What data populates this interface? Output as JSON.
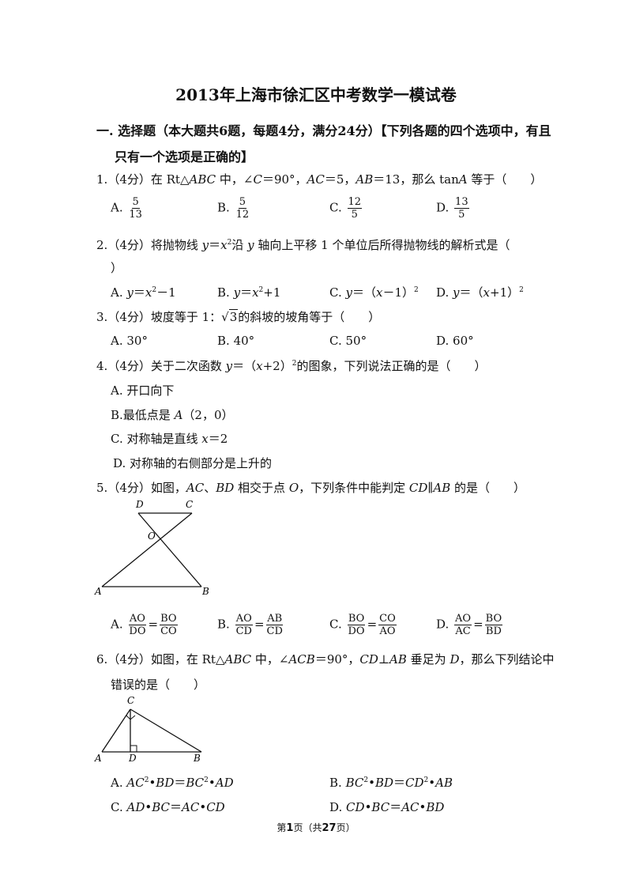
{
  "title": "2013年上海市徐汇区中考数学一模试卷",
  "section": {
    "line1": "一. 选择题（本大题共6题，每题4分，满分24分）【下列各题的四个选项中，有且",
    "line2": "只有一个选项是正确的】"
  },
  "q1": {
    "num": "1.",
    "score": "（4分）",
    "t1": "在 Rt△",
    "t2": "ABC",
    "t3": " 中，∠",
    "t4": "C",
    "t5": "＝90°，",
    "t6": "AC",
    "t7": "＝5，",
    "t8": "AB",
    "t9": "＝13，那么 tan",
    "t10": "A",
    "t11": " 等于（　　）",
    "options": [
      {
        "label": "A.",
        "num": "5",
        "den": "13"
      },
      {
        "label": "B.",
        "num": "5",
        "den": "12"
      },
      {
        "label": "C.",
        "num": "12",
        "den": "5"
      },
      {
        "label": "D.",
        "num": "13",
        "den": "5"
      }
    ]
  },
  "q2": {
    "num": "2.",
    "score": "（4分）",
    "t1": "将抛物线 ",
    "t2": "y",
    "t3": "＝",
    "t4": "x",
    "t5": "2",
    "t6": "沿 ",
    "t7": "y",
    "t8": " 轴向上平移 1 个单位后所得抛物线的解析式是（",
    "cont": "）",
    "options": [
      {
        "label": "A.",
        "v": "y",
        "eq": "＝",
        "x": "x",
        "sup": "2",
        "rest": "－1"
      },
      {
        "label": "B.",
        "v": "y",
        "eq": "＝",
        "x": "x",
        "sup": "2",
        "rest": "+1"
      },
      {
        "label": "C.",
        "v": "y",
        "eq": "＝（",
        "x": "x",
        "rest": "－1）",
        "sup": "2"
      },
      {
        "label": "D.",
        "v": "y",
        "eq": "＝（",
        "x": "x",
        "rest": "+1）",
        "sup": "2"
      }
    ]
  },
  "q3": {
    "num": "3.",
    "score": "（4分）",
    "t1": "坡度等于 1：",
    "rad": "3",
    "t2": "的斜坡的坡角等于（　　）",
    "options": [
      {
        "label": "A.",
        "text": "30°"
      },
      {
        "label": "B.",
        "text": "40°"
      },
      {
        "label": "C.",
        "text": "50°"
      },
      {
        "label": "D.",
        "text": "60°"
      }
    ]
  },
  "q4": {
    "num": "4.",
    "score": "（4分）",
    "t1": "关于二次函数 ",
    "t2": "y",
    "t3": "＝（",
    "t4": "x",
    "t5": "+2）",
    "t6": "2",
    "t7": "的图象，下列说法正确的是（　　）",
    "a": {
      "label": "A.",
      "text": "开口向下"
    },
    "b": {
      "label": "B.",
      "t1": "最低点是 ",
      "t2": "A",
      "t3": "（2，0）"
    },
    "c": {
      "label": "C.",
      "t1": "对称轴是直线 ",
      "t2": "x",
      "t3": "＝2"
    },
    "d": {
      "label": "D.",
      "text": "对称轴的右侧部分是上升的"
    }
  },
  "q5": {
    "num": "5.",
    "score": "（4分）",
    "t1": "如图，",
    "t2": "AC",
    "t3": "、",
    "t4": "BD",
    "t5": " 相交于点 ",
    "t6": "O",
    "t7": "，下列条件中能判定 ",
    "t8": "CD",
    "t9": "∥",
    "t10": "AB",
    "t11": " 的是（　　）",
    "fig": {
      "D": "D",
      "C": "C",
      "O": "O",
      "A": "A",
      "B": "B"
    },
    "options": [
      {
        "label": "A.",
        "l": {
          "n": "AO",
          "d": "DO"
        },
        "r": {
          "n": "BO",
          "d": "CO"
        }
      },
      {
        "label": "B.",
        "l": {
          "n": "AO",
          "d": "CD"
        },
        "r": {
          "n": "AB",
          "d": "CD"
        }
      },
      {
        "label": "C.",
        "l": {
          "n": "BO",
          "d": "DO"
        },
        "r": {
          "n": "CO",
          "d": "AO"
        }
      },
      {
        "label": "D.",
        "l": {
          "n": "AO",
          "d": "AC"
        },
        "r": {
          "n": "BO",
          "d": "BD"
        }
      }
    ]
  },
  "q6": {
    "num": "6.",
    "score": "（4分）",
    "t1": "如图，在 Rt△",
    "t2": "ABC",
    "t3": " 中，∠",
    "t4": "ACB",
    "t5": "＝90°，",
    "t6": "CD",
    "t7": "⊥",
    "t8": "AB",
    "t9": " 垂足为 ",
    "t10": "D",
    "t11": "，那么下列结论中",
    "line2": "错误的是（　　）",
    "fig": {
      "C": "C",
      "A": "A",
      "D": "D",
      "B": "B"
    },
    "a": {
      "label": "A.",
      "p1": "AC",
      "s1": "2",
      "m": "•",
      "p2": "BD",
      "eq": "＝",
      "p3": "BC",
      "s2": "2",
      "m2": "•",
      "p4": "AD"
    },
    "b": {
      "label": "B.",
      "p1": "BC",
      "s1": "2",
      "m": "•",
      "p2": "BD",
      "eq": "＝",
      "p3": "CD",
      "s2": "2",
      "m2": "•",
      "p4": "AB"
    },
    "c": {
      "label": "C.",
      "p1": "AD",
      "m": "•",
      "p2": "BC",
      "eq": "＝",
      "p3": "AC",
      "m2": "•",
      "p4": "CD"
    },
    "d": {
      "label": "D.",
      "p1": "CD",
      "m": "•",
      "p2": "BC",
      "eq": "＝",
      "p3": "AC",
      "m2": "•",
      "p4": "BD"
    }
  },
  "footer": {
    "pre": "第",
    "page": "1",
    "mid": "页（共",
    "total": "27",
    "post": "页）"
  }
}
